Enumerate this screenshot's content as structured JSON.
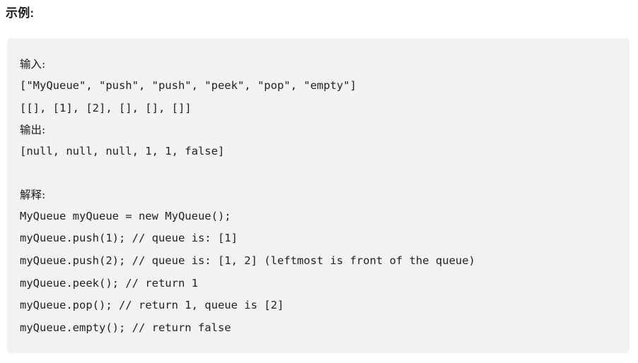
{
  "heading": {
    "text": "示例:"
  },
  "code_block": {
    "background_color": "#f1f2f4",
    "text_color": "#222222",
    "lines": [
      {
        "id": "input-label",
        "kind": "cjk",
        "text": "输入:"
      },
      {
        "id": "input-methods",
        "kind": "code",
        "text": "[\"MyQueue\", \"push\", \"push\", \"peek\", \"pop\", \"empty\"]"
      },
      {
        "id": "input-args",
        "kind": "code",
        "text": "[[], [1], [2], [], [], []]"
      },
      {
        "id": "output-label",
        "kind": "cjk",
        "text": "输出:"
      },
      {
        "id": "output-values",
        "kind": "code",
        "text": "[null, null, null, 1, 1, false]"
      },
      {
        "id": "spacer-1",
        "kind": "blank",
        "text": " "
      },
      {
        "id": "explanation-label",
        "kind": "cjk",
        "text": "解释:"
      },
      {
        "id": "explain-construct",
        "kind": "code",
        "text": "MyQueue myQueue = new MyQueue();"
      },
      {
        "id": "explain-push-1",
        "kind": "code",
        "text": "myQueue.push(1); // queue is: [1]"
      },
      {
        "id": "explain-push-2",
        "kind": "code",
        "text": "myQueue.push(2); // queue is: [1, 2] (leftmost is front of the queue)"
      },
      {
        "id": "explain-peek",
        "kind": "code",
        "text": "myQueue.peek(); // return 1"
      },
      {
        "id": "explain-pop",
        "kind": "code",
        "text": "myQueue.pop(); // return 1, queue is [2]"
      },
      {
        "id": "explain-empty",
        "kind": "code",
        "text": "myQueue.empty(); // return false"
      }
    ]
  }
}
